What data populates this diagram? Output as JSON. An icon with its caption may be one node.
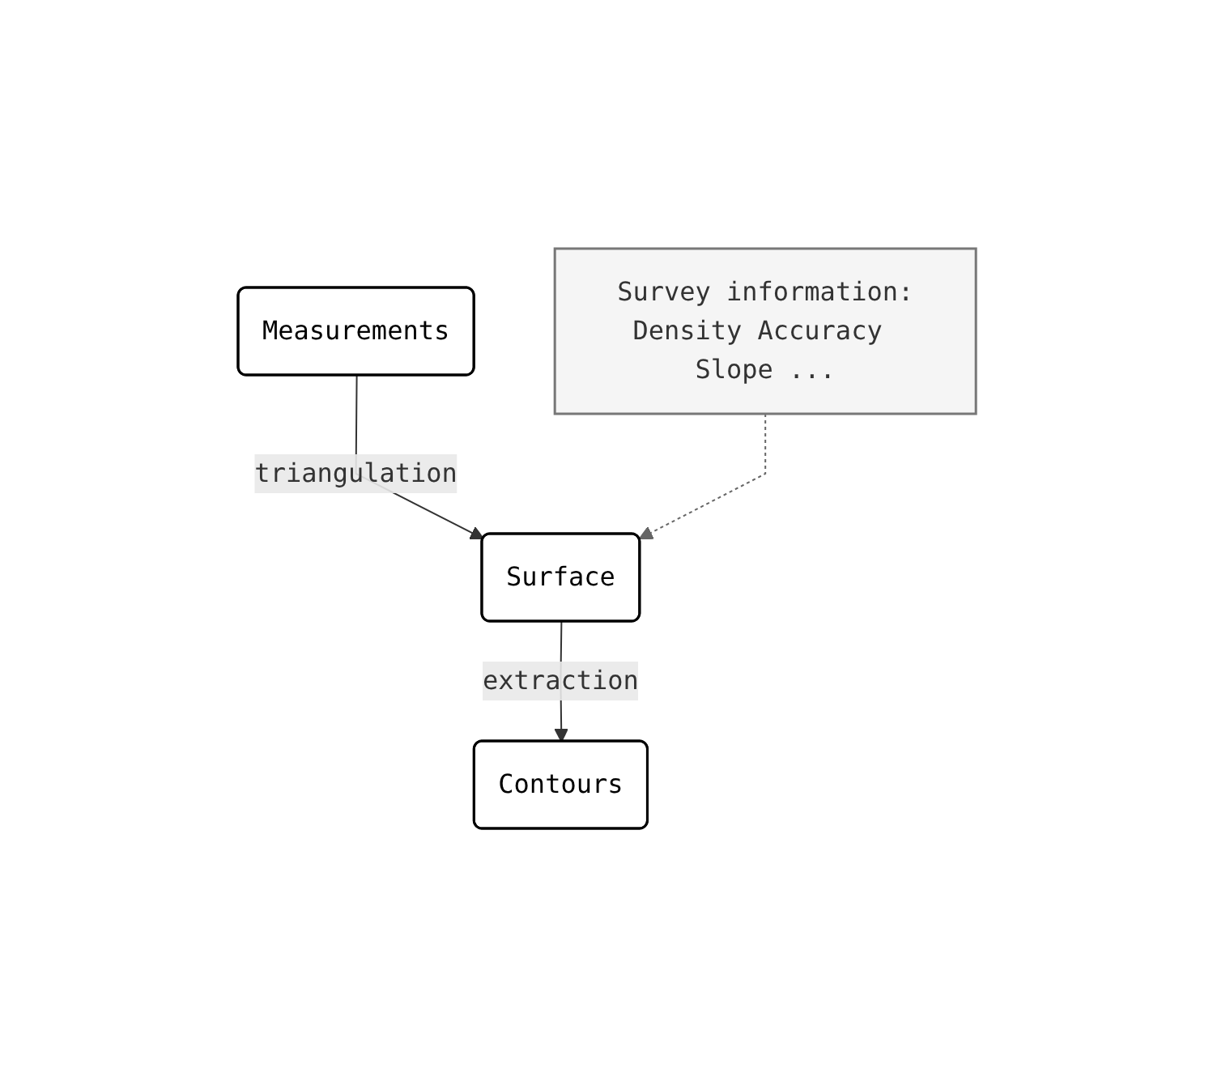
{
  "diagram": {
    "nodes": [
      {
        "text": [
          "Measurements"
        ]
      },
      {
        "text": [
          "Surface"
        ]
      },
      {
        "text": [
          "Contours"
        ]
      },
      {
        "text": [
          "Survey information:",
          "Density Accuracy Slope ..."
        ]
      }
    ],
    "edges": [
      {
        "from": 0,
        "to": 1,
        "arrow": "to",
        "label": "triangulation"
      },
      {
        "from": 1,
        "to": 2,
        "arrow": "to",
        "label": "extraction"
      },
      {
        "from": 3,
        "to": 1,
        "arrow": "to",
        "style": "dashed",
        "color": "#666666"
      }
    ]
  }
}
